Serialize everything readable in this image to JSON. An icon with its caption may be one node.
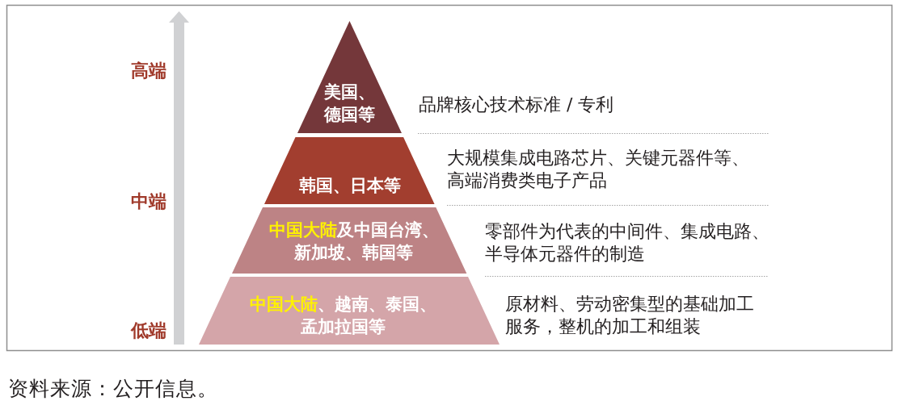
{
  "diagram": {
    "nodes": [
      {
        "text": [
          "美国、德国等"
        ],
        "beside": [
          "品牌核心技术标准 / 专利"
        ]
      },
      {
        "text": [
          "韩国、日本等"
        ],
        "beside": [
          "大规模集成电路芯片、关键元器件等、高端消费类电子产品"
        ]
      },
      {
        "text": [
          "**中国大陆**及中国台湾、新加坡、韩国等"
        ],
        "beside": [
          "零部件为代表的中间件、集成电路、半导体元器件的制造"
        ]
      },
      {
        "text": [
          "**中国大陆**、越南、泰国、孟加拉国等"
        ],
        "beside": [
          "原材料、劳动密集型的基础加工服务，整机的加工和组装"
        ]
      }
    ],
    "labels": [
      "高端",
      "中端",
      "低端"
    ],
    "caption": "资料来源：公开信息。"
  }
}
